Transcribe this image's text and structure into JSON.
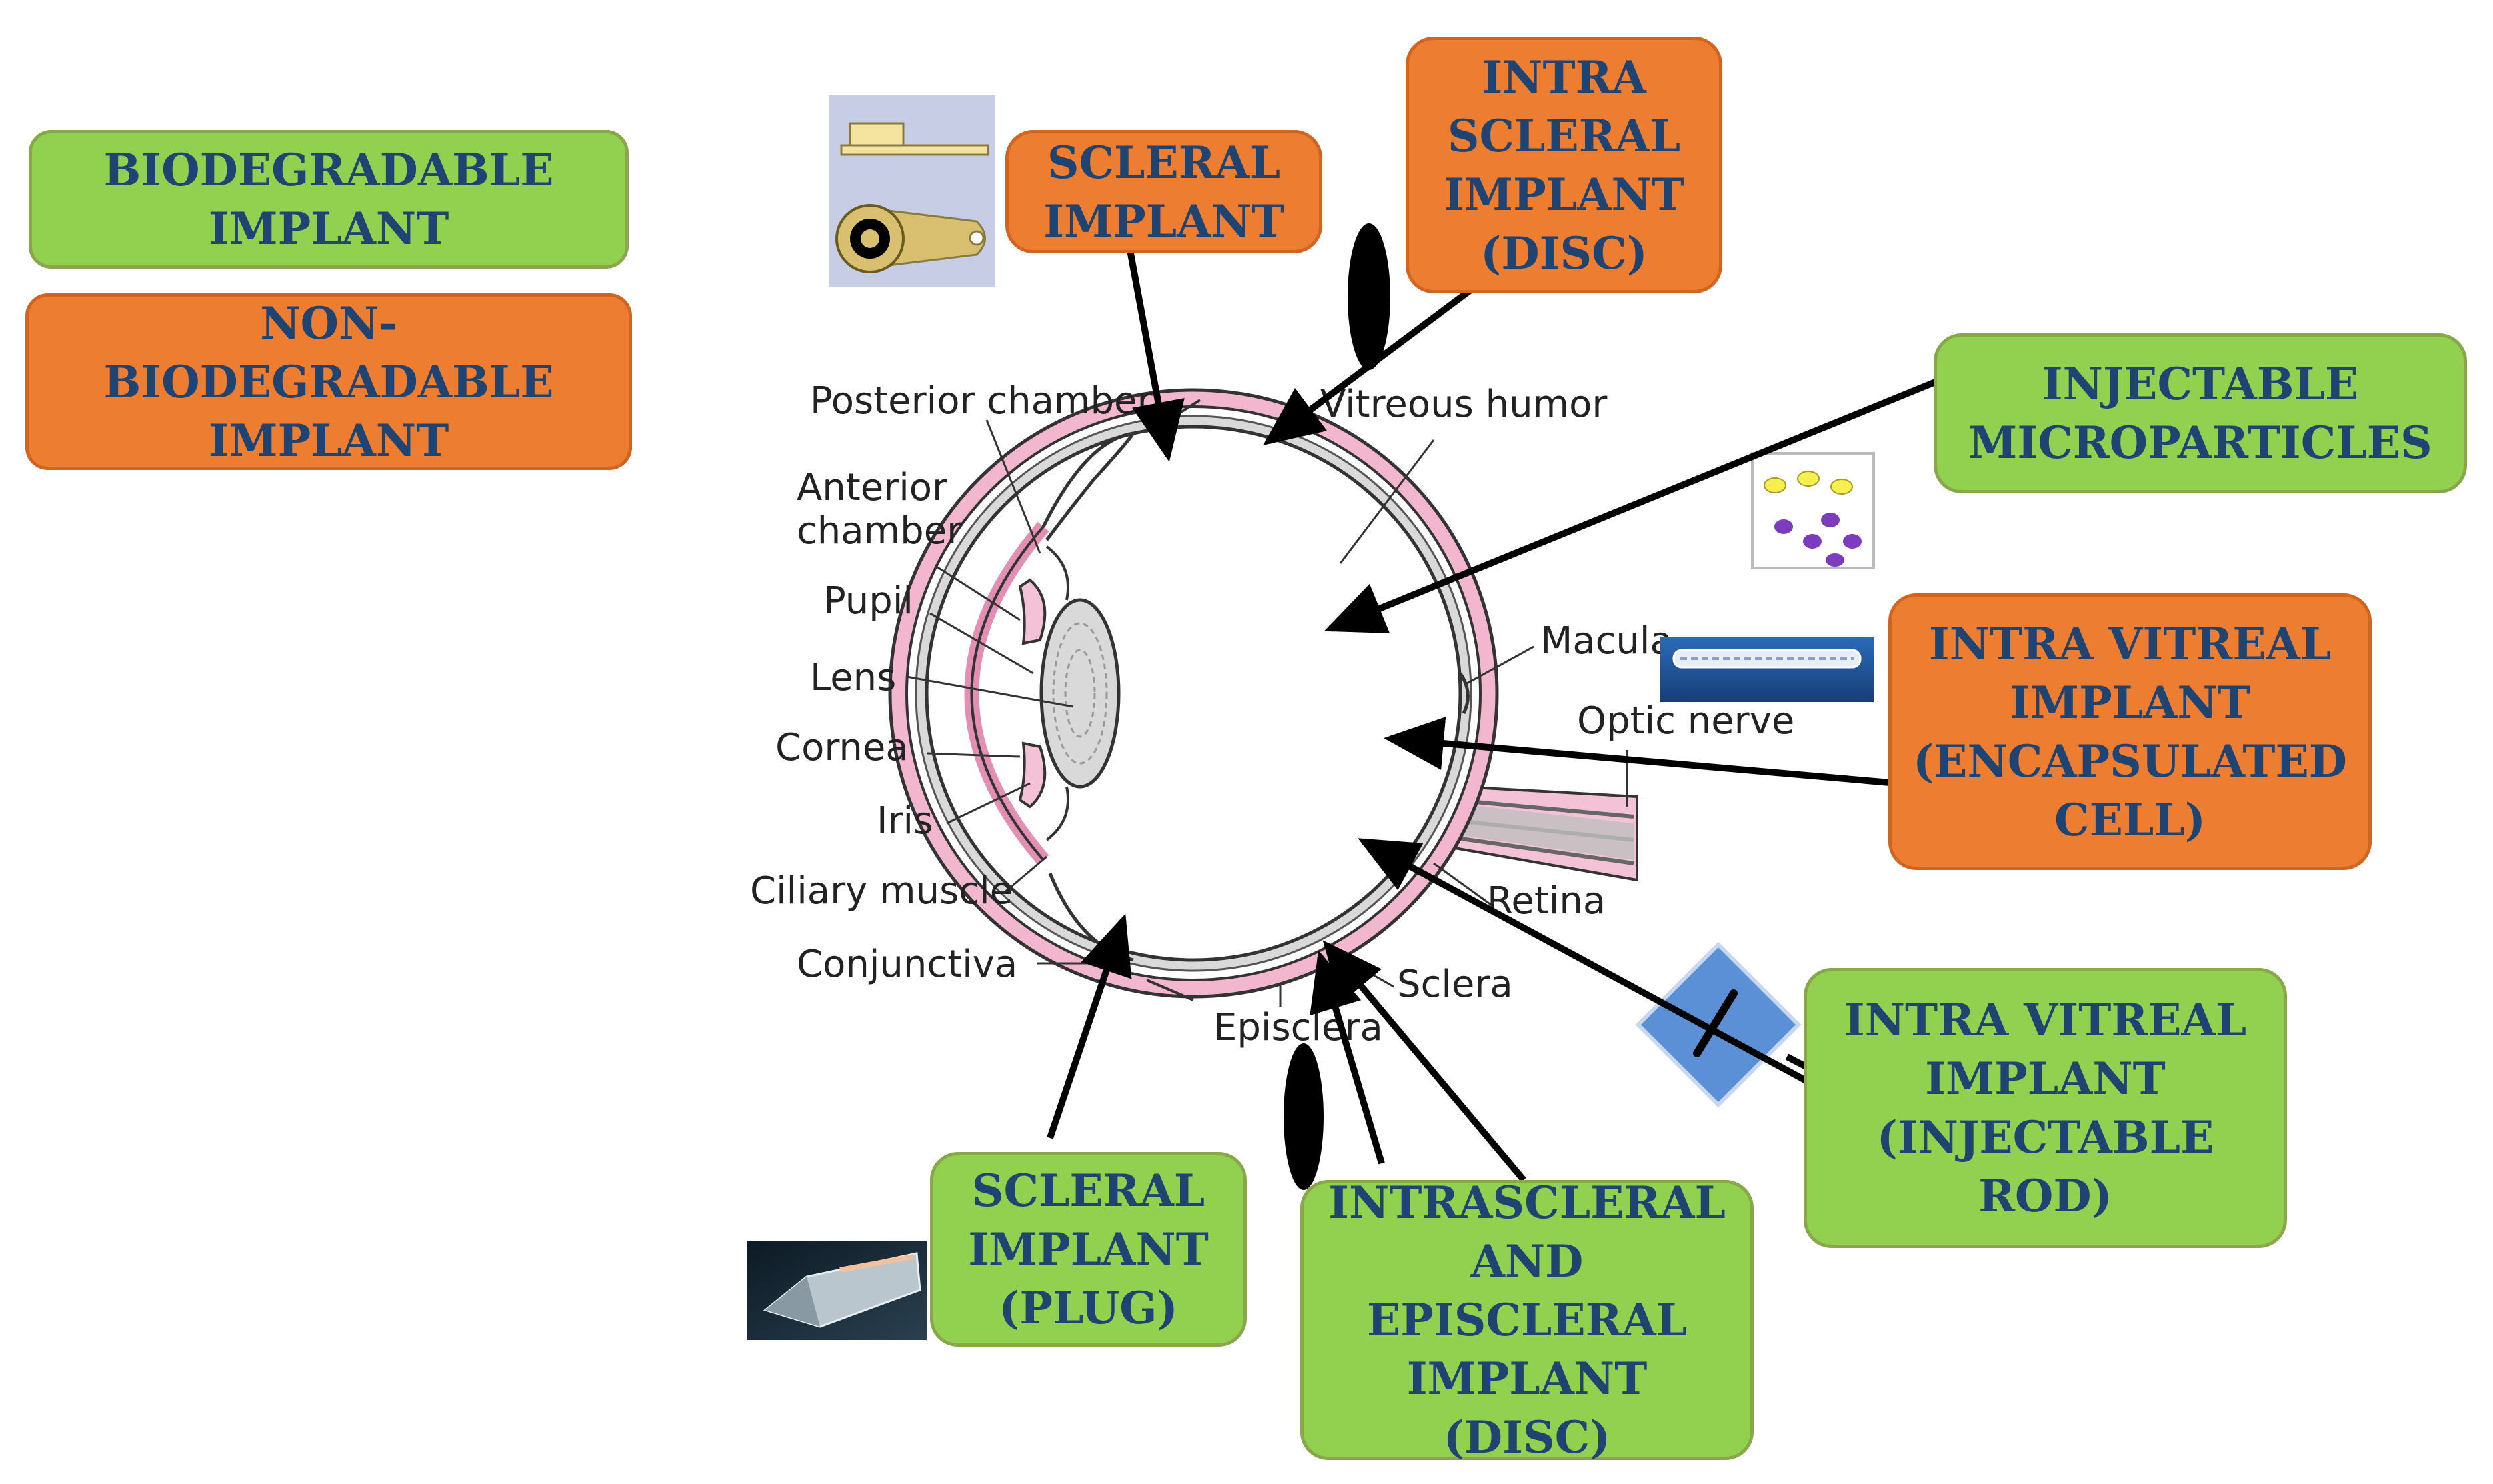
{
  "colors": {
    "biodegradable": "#92d050",
    "non_biodegradable": "#ed7d31",
    "box_text": "#1f4472",
    "sclera_pink": "#f2b7cf",
    "arrow": "#000000"
  },
  "legend": {
    "biodegradable": "BIODEGRADABLE\nIMPLANT",
    "non_biodegradable": "NON-BIODEGRADABLE\nIMPLANT"
  },
  "implants": {
    "scleral_implant": "SCLERAL\nIMPLANT",
    "intra_scleral_disc": "INTRA\nSCLERAL\nIMPLANT\n(DISC)",
    "injectable_microparticles": "INJECTABLE\nMICROPARTICLES",
    "intra_vitreal_encapsulated": "INTRA VITREAL\nIMPLANT\n(ENCAPSULATED\nCELL)",
    "intra_vitreal_rod": "INTRA VITREAL\nIMPLANT\n(INJECTABLE\nROD)",
    "intrascleral_episcleral_disc": "INTRASCLERAL\nAND\nEPISCLERAL\nIMPLANT (DISC)",
    "scleral_plug": "SCLERAL\nIMPLANT\n(PLUG)"
  },
  "anatomy": {
    "posterior_chamber": "Posterior chamber",
    "anterior_chamber_1": "Anterior",
    "anterior_chamber_2": "chamber",
    "pupil": "Pupil",
    "lens": "Lens",
    "cornea": "Cornea",
    "iris": "Iris",
    "ciliary_muscle": "Ciliary muscle",
    "conjunctiva": "Conjunctiva",
    "vitreous_humor": "Vitreous humor",
    "macula": "Macula",
    "optic_nerve": "Optic nerve",
    "retina": "Retina",
    "sclera": "Sclera",
    "episclera": "Episclera"
  },
  "icons": [
    "scleral-implant-device-image",
    "microparticles-image",
    "encapsulated-cell-device-image",
    "injectable-rod-image",
    "scleral-plug-image",
    "disc-implant-icon"
  ]
}
